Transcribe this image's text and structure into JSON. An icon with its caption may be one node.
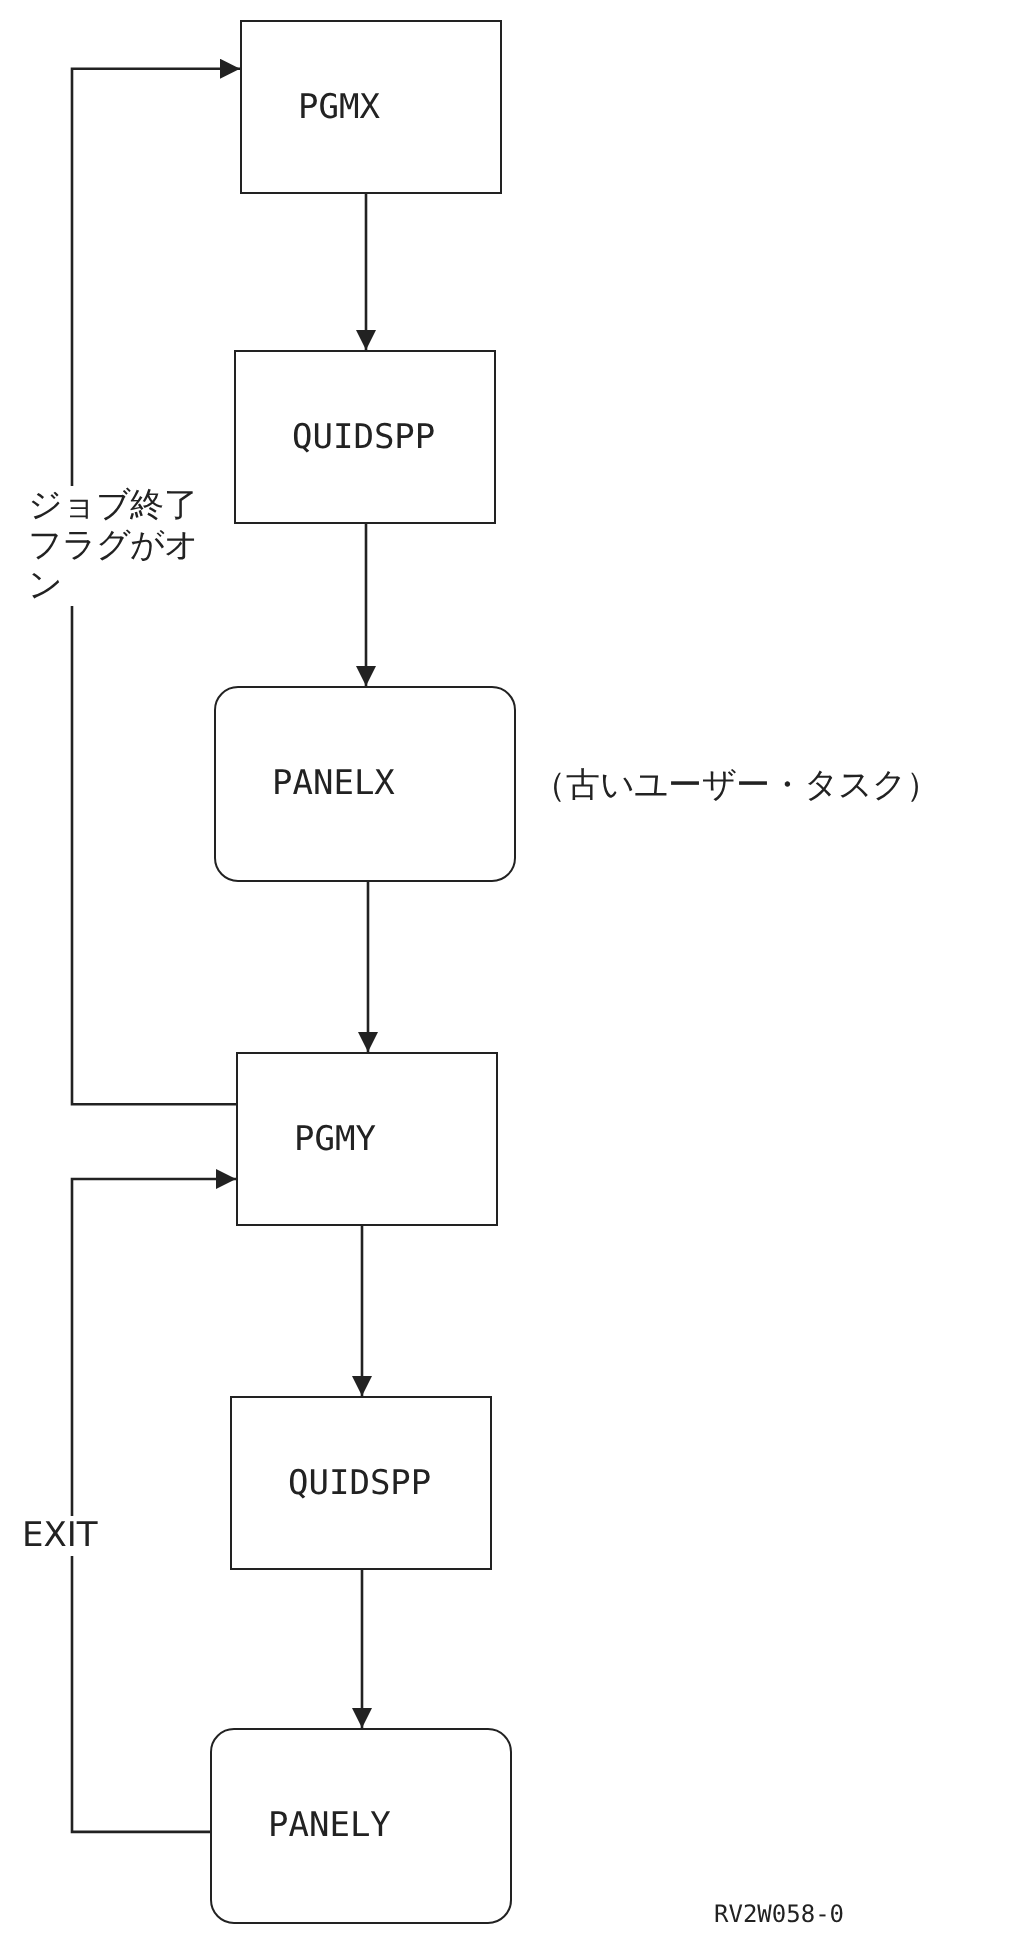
{
  "diagram": {
    "nodes": [
      {
        "text": [
          "PGMX"
        ]
      },
      {
        "text": [
          "QUIDSPP"
        ]
      },
      {
        "text": [
          "PANELX"
        ],
        "beside": [
          "（古いユーザー・タスク）"
        ]
      },
      {
        "text": [
          "PGMY"
        ]
      },
      {
        "text": [
          "QUIDSPP"
        ]
      },
      {
        "text": [
          "PANELY"
        ]
      }
    ],
    "edges": [
      {
        "from": 0,
        "to": 1,
        "arrow": "to"
      },
      {
        "from": 1,
        "to": 2,
        "arrow": "to"
      },
      {
        "from": 2,
        "to": 3,
        "arrow": "to"
      },
      {
        "from": 3,
        "to": 4,
        "arrow": "to"
      },
      {
        "from": 4,
        "to": 5,
        "arrow": "to"
      },
      {
        "from": 3,
        "to": 0,
        "arrow": "to",
        "label": "ジョブ終了フラグがオン"
      },
      {
        "from": 5,
        "to": 3,
        "arrow": "to",
        "label": "EXIT"
      }
    ],
    "labels": [
      "RV2W058-0"
    ]
  }
}
